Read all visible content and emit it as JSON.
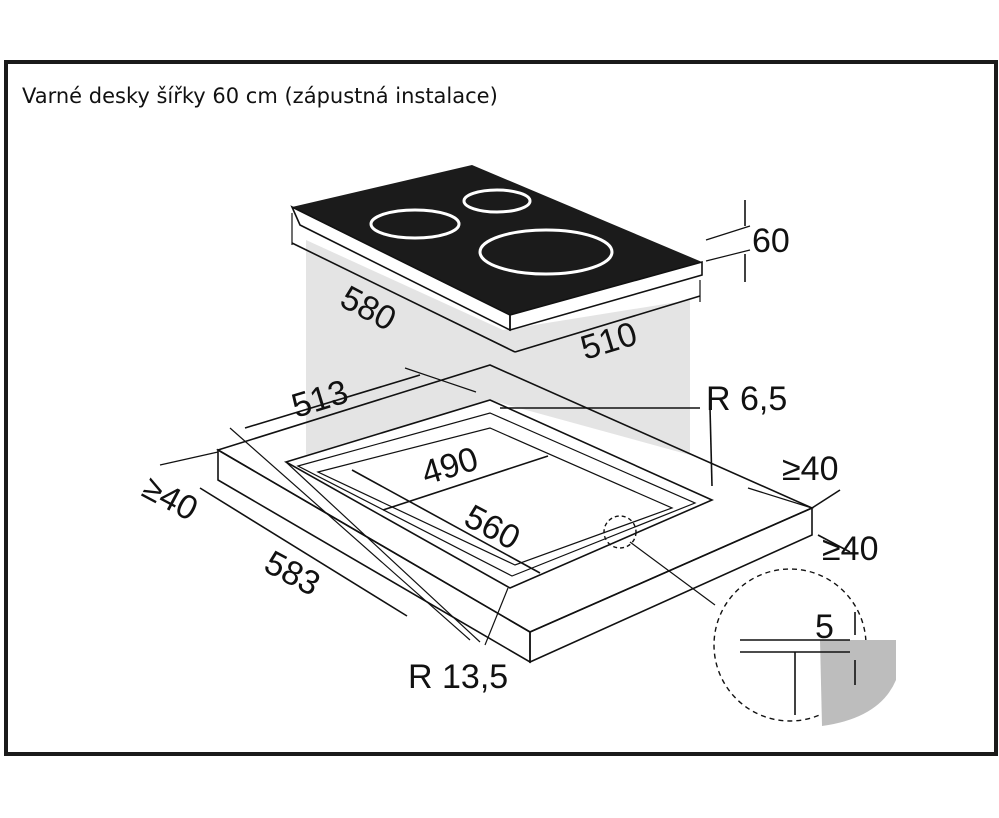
{
  "title": "Varné desky šířky 60 cm (zápustná instalace)",
  "dimensions": {
    "hob_height": "60",
    "hob_depth": "580",
    "hob_width": "510",
    "cutout_outer_width": "513",
    "corner_radius_inner": "R 6,5",
    "inner_width": "490",
    "min_clearance_back": "≥40",
    "min_clearance_side": "≥40",
    "min_clearance_front": "≥40",
    "inner_depth": "560",
    "cutout_outer_depth": "583",
    "corner_radius_outer": "R 13,5",
    "recess_depth": "5"
  },
  "colors": {
    "line": "#111111",
    "glass": "#1b1b1b",
    "shadow": "#e4e4e4",
    "counter": "#bdbdbd"
  }
}
